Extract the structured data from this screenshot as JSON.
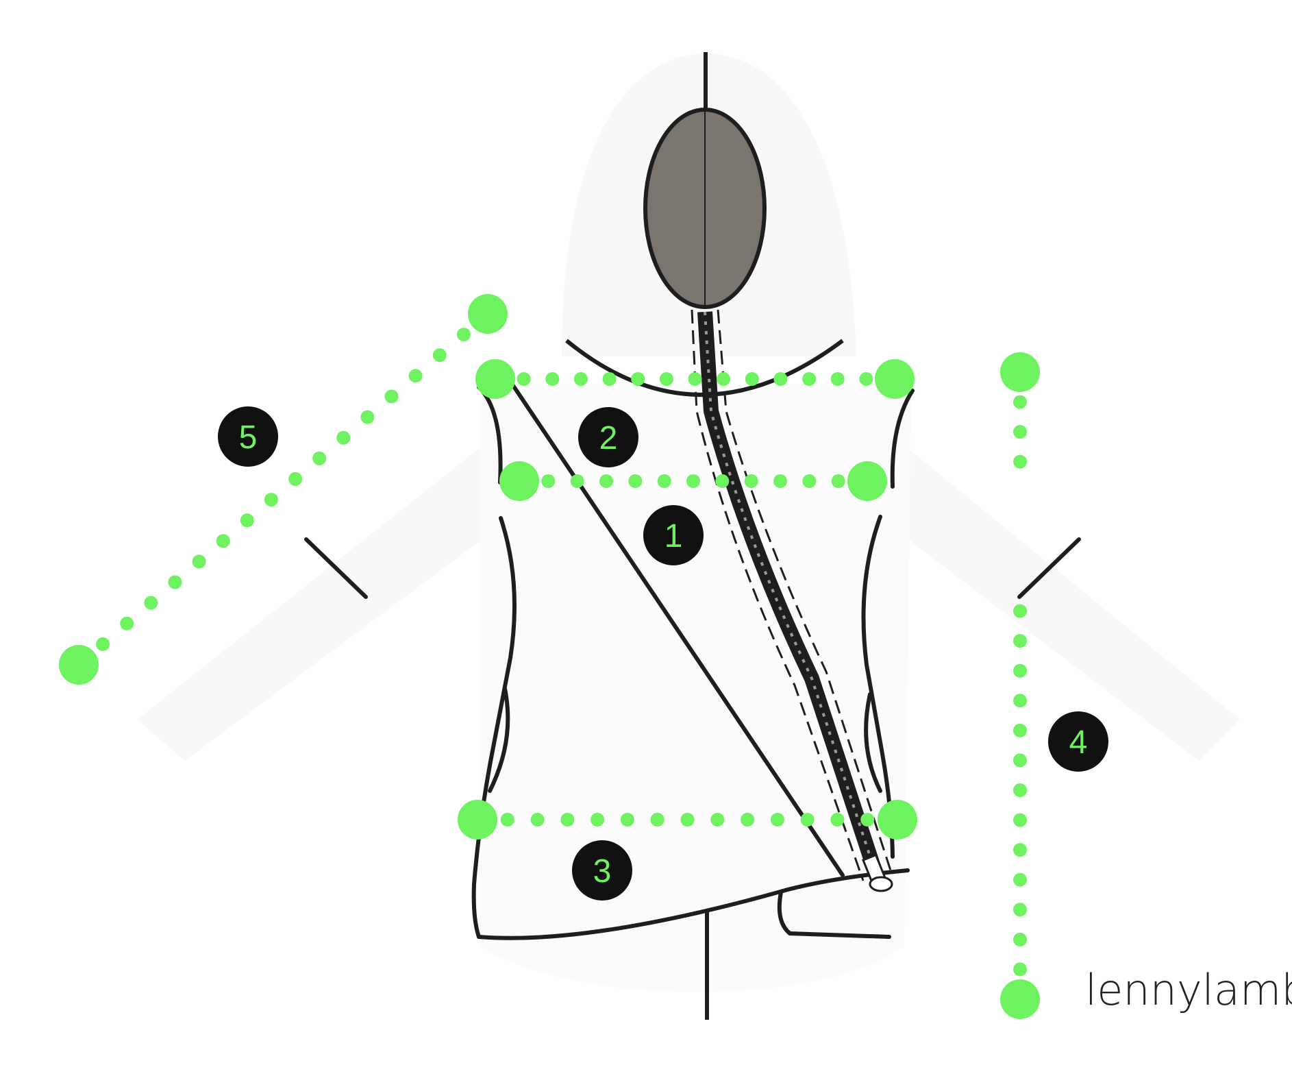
{
  "brand": {
    "name": "lennylamb"
  },
  "measurements": [
    {
      "number": "1"
    },
    {
      "number": "2"
    },
    {
      "number": "3"
    },
    {
      "number": "4"
    },
    {
      "number": "5"
    }
  ],
  "colors": {
    "measure_green": "#6ff25f",
    "badge_fill": "#111111",
    "head_fill": "#7a766f",
    "outline": "#1e1e1e",
    "silhouette": "#fafafa"
  }
}
